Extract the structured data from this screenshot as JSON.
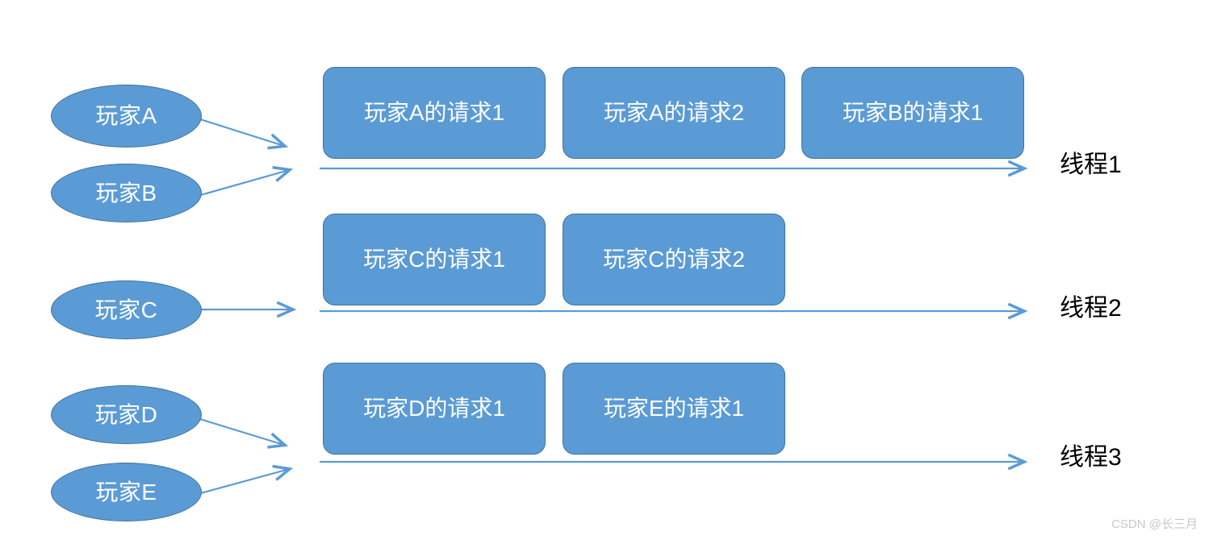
{
  "diagram": {
    "title_text": "",
    "colors": {
      "shape_fill": "#5B9BD5",
      "shape_stroke": "#41719C",
      "line": "#5B9BD5",
      "shape_text": "#FFFFFF",
      "label_text": "#000000",
      "background": "#FFFFFF",
      "watermark_text": "#C9C9C9"
    },
    "players": [
      {
        "label": "玩家A"
      },
      {
        "label": "玩家B"
      },
      {
        "label": "玩家C"
      },
      {
        "label": "玩家D"
      },
      {
        "label": "玩家E"
      }
    ],
    "threads": [
      {
        "axis_label": "线程1",
        "tasks": [
          {
            "label": "玩家A的请求1"
          },
          {
            "label": "玩家A的请求2"
          },
          {
            "label": "玩家B的请求1"
          }
        ]
      },
      {
        "axis_label": "线程2",
        "tasks": [
          {
            "label": "玩家C的请求1"
          },
          {
            "label": "玩家C的请求2"
          }
        ]
      },
      {
        "axis_label": "线程3",
        "tasks": [
          {
            "label": "玩家D的请求1"
          },
          {
            "label": "玩家E的请求1"
          }
        ]
      }
    ],
    "watermark": "CSDN @长三月"
  }
}
